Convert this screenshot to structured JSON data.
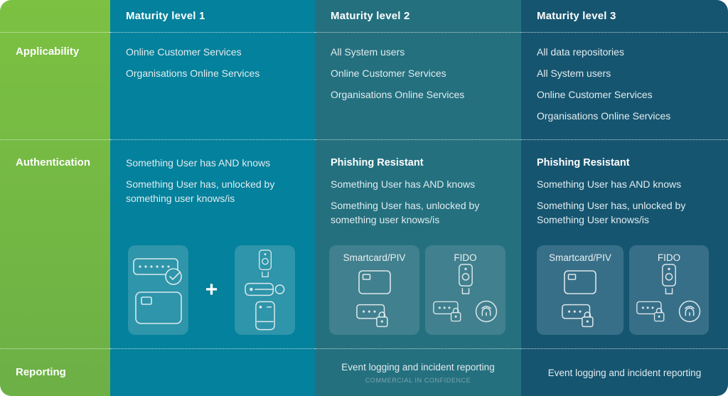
{
  "colors": {
    "label_column_green": "#76b843",
    "level1_teal": "#04819c",
    "level2_teal": "#24707f",
    "level3_blue": "#165570",
    "text_white": "#ffffff",
    "body_text": "#e2ecef"
  },
  "columns": [
    {
      "id": "level1",
      "title": "Maturity level 1"
    },
    {
      "id": "level2",
      "title": "Maturity level 2"
    },
    {
      "id": "level3",
      "title": "Maturity level 3"
    }
  ],
  "row_labels": {
    "applicability": "Applicability",
    "authentication": "Authentication",
    "reporting": "Reporting"
  },
  "applicability": {
    "level1": [
      "Online Customer Services",
      "Organisations Online Services"
    ],
    "level2": [
      "All System users",
      "Online Customer Services",
      "Organisations Online Services"
    ],
    "level3": [
      "All data repositories",
      "All System users",
      "Online Customer Services",
      "Organisations Online Services"
    ]
  },
  "authentication": {
    "level1": {
      "lines": [
        "Something User has AND knows",
        "Something User has, unlocked by something user knows/is"
      ]
    },
    "level2": {
      "heading": "Phishing Resistant",
      "lines": [
        "Something User has AND knows",
        "Something User has, unlocked by something user knows/is"
      ],
      "panel1_label": "Smartcard/PIV",
      "panel2_label": "FIDO"
    },
    "level3": {
      "heading": "Phishing Resistant",
      "lines": [
        "Something User has AND knows",
        "Something User has, unlocked by Something User knows/is"
      ],
      "panel1_label": "Smartcard/PIV",
      "panel2_label": "FIDO"
    }
  },
  "reporting": {
    "level2": "Event logging and incident reporting",
    "level3": "Event logging and incident reporting",
    "confidence_note": "COMMERCIAL IN CONFIDENCE"
  },
  "icons": {
    "plus": "+",
    "names": [
      "password-check-icon",
      "smartcard-icon",
      "usb-security-key-icon",
      "key-fob-icon",
      "otp-token-icon",
      "pin-lock-icon",
      "fingerprint-icon"
    ]
  }
}
